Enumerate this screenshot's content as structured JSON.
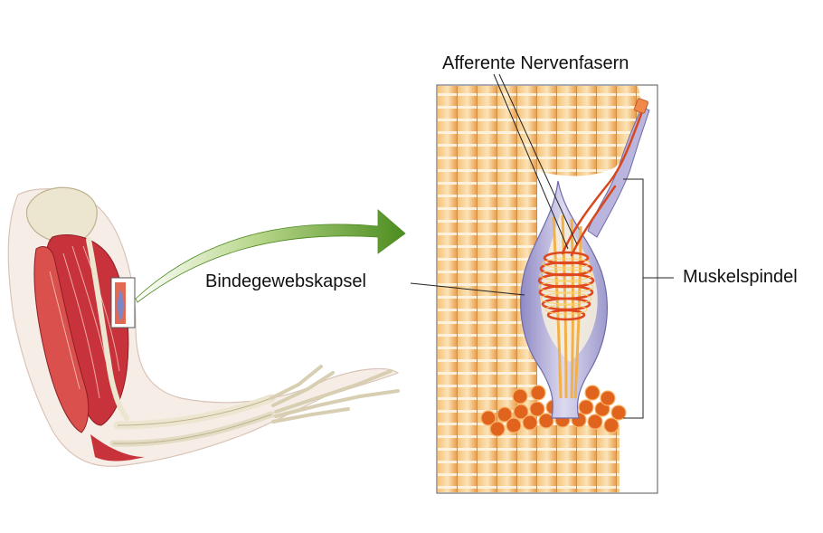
{
  "labels": {
    "afferent_nerve_fibers": "Afferente Nervenfasern",
    "connective_tissue_capsule": "Bindegewebskapsel",
    "muscle_spindle": "Muskelspindel"
  },
  "colors": {
    "muscle_red": "#c8323a",
    "bone": "#ebe4cf",
    "fiber_orange": "#f0a850",
    "fiber_light": "#fbe3b8",
    "capsule_lavender": "#b9b5dc",
    "nerve_red": "#d9471f",
    "arrow_green": "#5a9a2a"
  }
}
